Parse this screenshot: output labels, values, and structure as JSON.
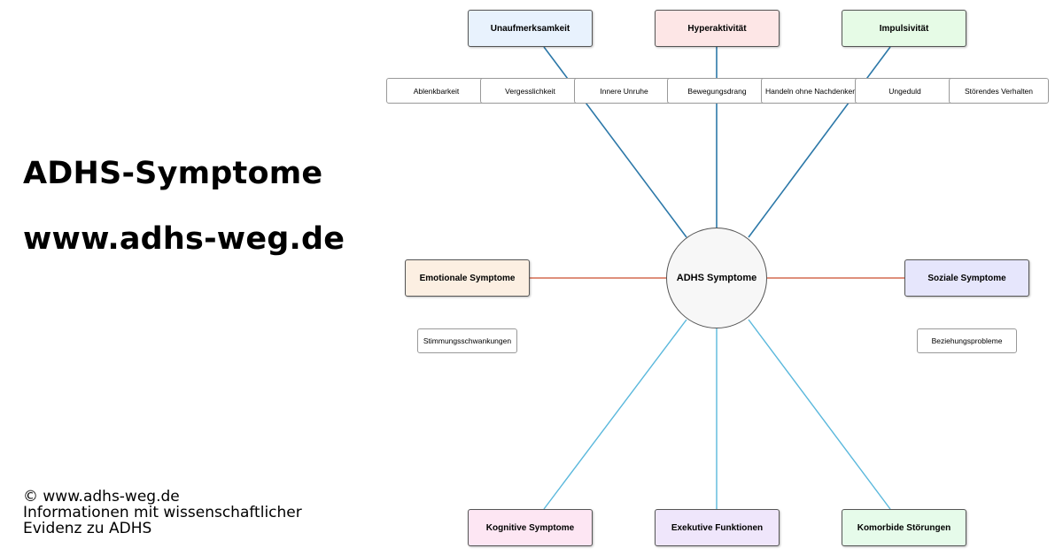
{
  "header": {
    "title_line1": "ADHS-Symptome",
    "title_line2": "www.adhs-weg.de"
  },
  "footer": {
    "line1": "© www.adhs-weg.de",
    "line2": "Informationen mit wissenschaftlicher",
    "line3": "Evidenz zu ADHS"
  },
  "diagram": {
    "center": "ADHS Symptome",
    "categories": {
      "unaufmerksamkeit": {
        "label": "Unaufmerksamkeit",
        "color": "#e8f2fd"
      },
      "hyperaktivitaet": {
        "label": "Hyperaktivität",
        "color": "#fde6e6"
      },
      "impulsivitaet": {
        "label": "Impulsivität",
        "color": "#e6fbe6"
      },
      "emotional": {
        "label": "Emotionale Symptome",
        "color": "#fcefe2"
      },
      "sozial": {
        "label": "Soziale Symptome",
        "color": "#e6e6fc"
      },
      "kognitiv": {
        "label": "Kognitive Symptome",
        "color": "#fde6f3"
      },
      "exekutiv": {
        "label": "Exekutive Funktionen",
        "color": "#efe6fb"
      },
      "komorbid": {
        "label": "Komorbide Störungen",
        "color": "#e6fbea"
      }
    },
    "symptoms": {
      "ablenkbarkeit": "Ablenkbarkeit",
      "vergesslichkeit": "Vergesslichkeit",
      "innere_unruhe": "Innere Unruhe",
      "bewegungsdrang": "Bewegungsdrang",
      "handeln": "Handeln ohne Nachdenken",
      "ungeduld": "Ungeduld",
      "stoerendes": "Störendes Verhalten",
      "stimmung": "Stimmungsschwankungen",
      "beziehung": "Beziehungsprobleme"
    },
    "line_colors": {
      "top": "#2c78a8",
      "side": "#d46a50",
      "bottom": "#5ab8dc"
    }
  }
}
